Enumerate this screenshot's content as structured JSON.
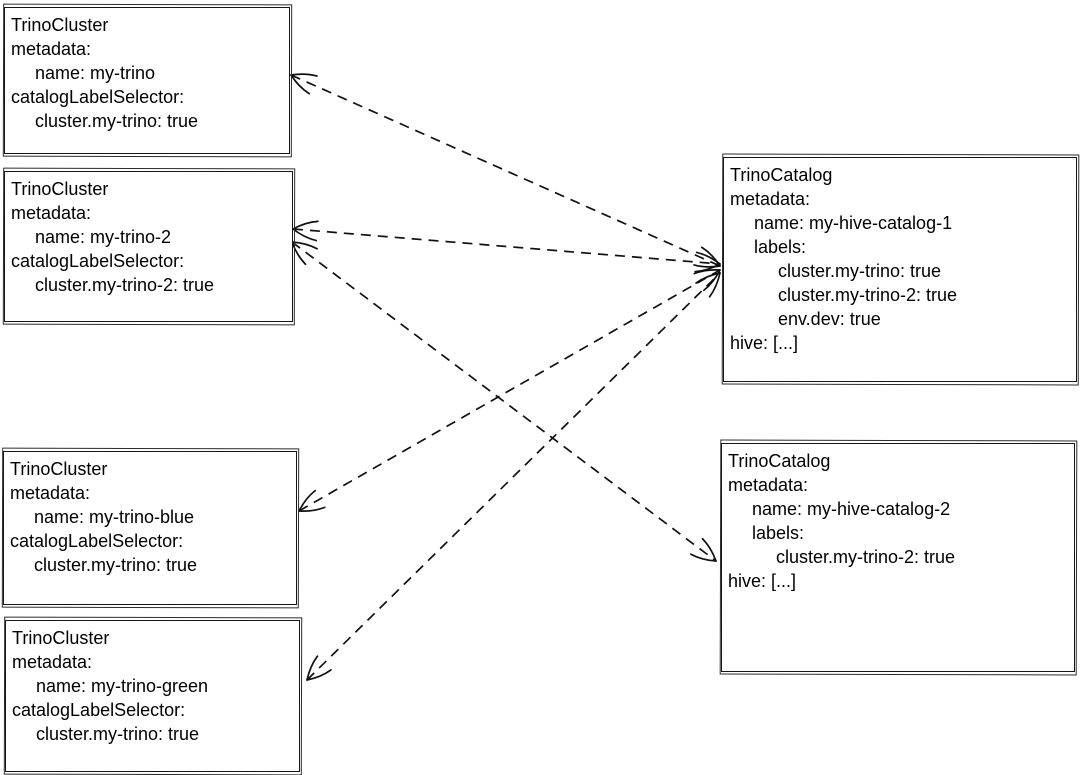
{
  "diagram": {
    "background": "#ffffff",
    "stroke_color": "#111111",
    "boxes": [
      {
        "id": "cluster-my-trino",
        "kind": "TrinoCluster",
        "lines": [
          {
            "text": "TrinoCluster",
            "indent": 0
          },
          {
            "text": "metadata:",
            "indent": 0
          },
          {
            "text": "name: my-trino",
            "indent": 1
          },
          {
            "text": "catalogLabelSelector:",
            "indent": 0
          },
          {
            "text": "cluster.my-trino: true",
            "indent": 1
          }
        ]
      },
      {
        "id": "cluster-my-trino-2",
        "kind": "TrinoCluster",
        "lines": [
          {
            "text": "TrinoCluster",
            "indent": 0
          },
          {
            "text": "metadata:",
            "indent": 0
          },
          {
            "text": "name: my-trino-2",
            "indent": 1
          },
          {
            "text": "catalogLabelSelector:",
            "indent": 0
          },
          {
            "text": "cluster.my-trino-2: true",
            "indent": 1
          }
        ]
      },
      {
        "id": "cluster-my-trino-blue",
        "kind": "TrinoCluster",
        "lines": [
          {
            "text": "TrinoCluster",
            "indent": 0
          },
          {
            "text": "metadata:",
            "indent": 0
          },
          {
            "text": "name: my-trino-blue",
            "indent": 1
          },
          {
            "text": "catalogLabelSelector:",
            "indent": 0
          },
          {
            "text": "cluster.my-trino: true",
            "indent": 1
          }
        ]
      },
      {
        "id": "cluster-my-trino-green",
        "kind": "TrinoCluster",
        "lines": [
          {
            "text": "TrinoCluster",
            "indent": 0
          },
          {
            "text": "metadata:",
            "indent": 0
          },
          {
            "text": "name: my-trino-green",
            "indent": 1
          },
          {
            "text": "catalogLabelSelector:",
            "indent": 0
          },
          {
            "text": "cluster.my-trino: true",
            "indent": 1
          }
        ]
      },
      {
        "id": "catalog-my-hive-catalog-1",
        "kind": "TrinoCatalog",
        "lines": [
          {
            "text": "TrinoCatalog",
            "indent": 0
          },
          {
            "text": "metadata:",
            "indent": 0
          },
          {
            "text": "name: my-hive-catalog-1",
            "indent": 1
          },
          {
            "text": "labels:",
            "indent": 1
          },
          {
            "text": "cluster.my-trino: true",
            "indent": 2
          },
          {
            "text": "cluster.my-trino-2: true",
            "indent": 2
          },
          {
            "text": "env.dev: true",
            "indent": 2
          },
          {
            "text": "hive: [...]",
            "indent": 0
          }
        ]
      },
      {
        "id": "catalog-my-hive-catalog-2",
        "kind": "TrinoCatalog",
        "lines": [
          {
            "text": "TrinoCatalog",
            "indent": 0
          },
          {
            "text": "metadata:",
            "indent": 0
          },
          {
            "text": "name: my-hive-catalog-2",
            "indent": 1
          },
          {
            "text": "labels:",
            "indent": 1
          },
          {
            "text": "cluster.my-trino-2: true",
            "indent": 2
          },
          {
            "text": "hive: [...]",
            "indent": 0
          }
        ]
      }
    ],
    "connections": [
      {
        "from": "cluster-my-trino",
        "to": "catalog-my-hive-catalog-1",
        "style": "dashed",
        "arrowheads": "both"
      },
      {
        "from": "cluster-my-trino-2",
        "to": "catalog-my-hive-catalog-1",
        "style": "dashed",
        "arrowheads": "both"
      },
      {
        "from": "cluster-my-trino-blue",
        "to": "catalog-my-hive-catalog-1",
        "style": "dashed",
        "arrowheads": "both"
      },
      {
        "from": "cluster-my-trino-green",
        "to": "catalog-my-hive-catalog-1",
        "style": "dashed",
        "arrowheads": "both"
      },
      {
        "from": "cluster-my-trino-2",
        "to": "catalog-my-hive-catalog-2",
        "style": "dashed",
        "arrowheads": "both"
      }
    ]
  }
}
